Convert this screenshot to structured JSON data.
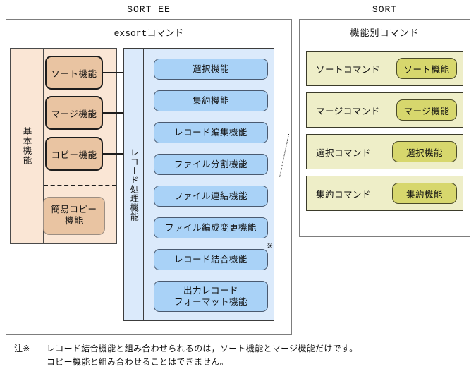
{
  "diagram": {
    "left_panel": {
      "title": "SORT EE",
      "heading": "exsortコマンド",
      "basic_group": {
        "label": "基本機能",
        "functions": [
          {
            "label": "ソート機能"
          },
          {
            "label": "マージ機能"
          },
          {
            "label": "コピー機能"
          }
        ],
        "simple_function": {
          "label": "簡易コピー\n機能",
          "line1": "簡易コピー",
          "line2": "機能"
        }
      },
      "record_group": {
        "label": "レコード処理機能",
        "functions": [
          {
            "label": "選択機能",
            "note": ""
          },
          {
            "label": "集約機能",
            "note": ""
          },
          {
            "label": "レコード編集機能",
            "note": ""
          },
          {
            "label": "ファイル分割機能",
            "note": ""
          },
          {
            "label": "ファイル連結機能",
            "note": ""
          },
          {
            "label": "ファイル編成変更機能",
            "note": ""
          },
          {
            "label": "レコード結合機能",
            "note": "※"
          },
          {
            "label": "出力レコード\nフォーマット機能",
            "line1": "出力レコード",
            "line2": "フォーマット機能",
            "note": ""
          }
        ]
      }
    },
    "right_panel": {
      "title": "SORT",
      "heading": "機能別コマンド",
      "commands": [
        {
          "command": "ソートコマンド",
          "function": "ソート機能"
        },
        {
          "command": "マージコマンド",
          "function": "マージ機能"
        },
        {
          "command": "選択コマンド",
          "function": "選択機能"
        },
        {
          "command": "集約コマンド",
          "function": "集約機能"
        }
      ]
    },
    "footnote": {
      "label": "注※",
      "line1": "レコード結合機能と組み合わせられるのは，ソート機能とマージ機能だけです。",
      "line2": "コピー機能と組み合わせることはできません。"
    },
    "colors": {
      "peach_panel": "#fae6d5",
      "tan_box": "#e9c4a2",
      "blue_panel": "#dbeafb",
      "blue_box": "#a9d2f7",
      "yellow_card": "#eeeec8",
      "yellow_pill": "#d7d76d",
      "frame_border": "#7d7d7d"
    }
  }
}
